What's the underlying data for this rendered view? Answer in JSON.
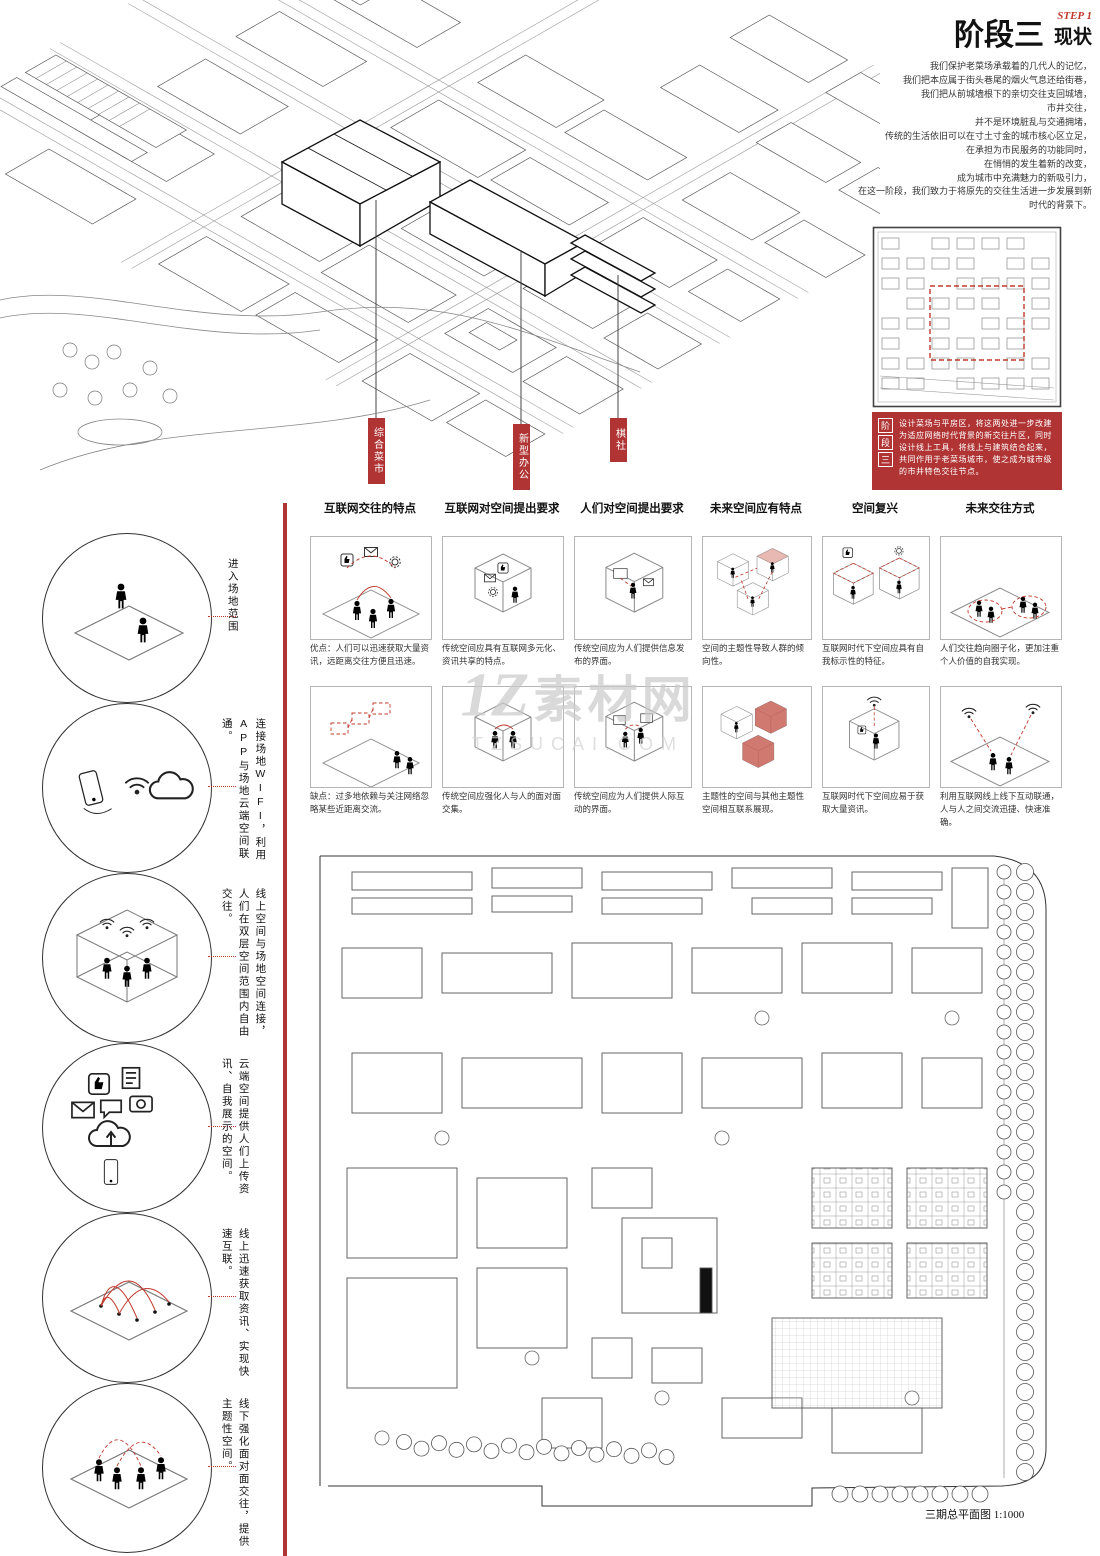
{
  "colors": {
    "accent_red": "#b03434",
    "diagram_red": "#c0392b"
  },
  "header": {
    "title": "阶段三",
    "step": "STEP 1",
    "subtitle": "现状"
  },
  "intro": {
    "lines": [
      "我们保护老菜场承载着的几代人的记忆，",
      "我们把本应属于街头巷尾的烟火气息还给街巷，",
      "我们把从前城墙根下的亲切交往支回城墙，",
      "市井交往，",
      "并不是环境脏乱与交通拥堵，",
      "传统的生活依旧可以在寸土寸金的城市核心区立足，",
      "在承担为市民服务的功能同时，",
      "在悄悄的发生着新的改变，",
      "成为城市中充满魅力的新吸引力，",
      "在这一阶段，我们致力于将原先的交往生活进一步发展到新时代的背景下。"
    ]
  },
  "axon": {
    "labels": [
      {
        "text": "综合菜市"
      },
      {
        "text": "新型办公"
      },
      {
        "text": "棋社"
      }
    ]
  },
  "phase": {
    "side": [
      "阶",
      "段",
      "三"
    ],
    "text": "设计菜场与平房区，将这两处进一步改建为适应网络时代背景的新交往片区，同时设计线上工具，将线上与建筑结合起来，共同作用于老菜场城市，使之成为城市级的市井特色交往节点。"
  },
  "columns": [
    {
      "header": "互联网交往的特点",
      "cap1": "优点：人们可以迅速获取大量资讯，远距离交往方便且迅速。",
      "cap2": "缺点：过多地依赖与关注网络忽略某些近距离交流。"
    },
    {
      "header": "互联网对空间提出要求",
      "cap1": "传统空间应具有互联网多元化、资讯共享的特点。",
      "cap2": "传统空间应强化人与人的面对面交集。"
    },
    {
      "header": "人们对空间提出要求",
      "cap1": "传统空间应为人们提供信息发布的界面。",
      "cap2": "传统空间应为人们提供人际互动的界面。"
    },
    {
      "header": "未来空间应有特点",
      "cap1": "空间的主题性导致人群的倾向性。",
      "cap2": "主题性的空间与其他主题性空间相互联系展现。"
    },
    {
      "header": "空间复兴",
      "cap1": "互联网时代下空间应具有自我标示性的特征。",
      "cap2": "互联网时代下空间应易于获取大量资讯。"
    },
    {
      "header": "未来交往方式",
      "cap1": "人们交往趋向圈子化，更加注重个人价值的自我实现。",
      "cap2": "利用互联网线上线下互动联通，人与人之间交流迅捷、快速准确。"
    }
  ],
  "steps": [
    {
      "label": "进入场地范围"
    },
    {
      "label": "连接场地WIFI，利用APP与场地云端空间联通。"
    },
    {
      "label": "线上空间与场地空间连接，人们在双层空间范围内自由交往。"
    },
    {
      "label": "云端空间提供人们上传资讯、自我展示的空间。"
    },
    {
      "label": "线上迅速获取资讯、实现快速互联。"
    },
    {
      "label": "线下强化面对面交往，提供主题性空间。"
    }
  ],
  "plan": {
    "caption": "三期总平面图 1:1000"
  },
  "watermark": {
    "logo": "1Z",
    "brand": "素材网",
    "domain": "TZSUCAI.COM"
  }
}
